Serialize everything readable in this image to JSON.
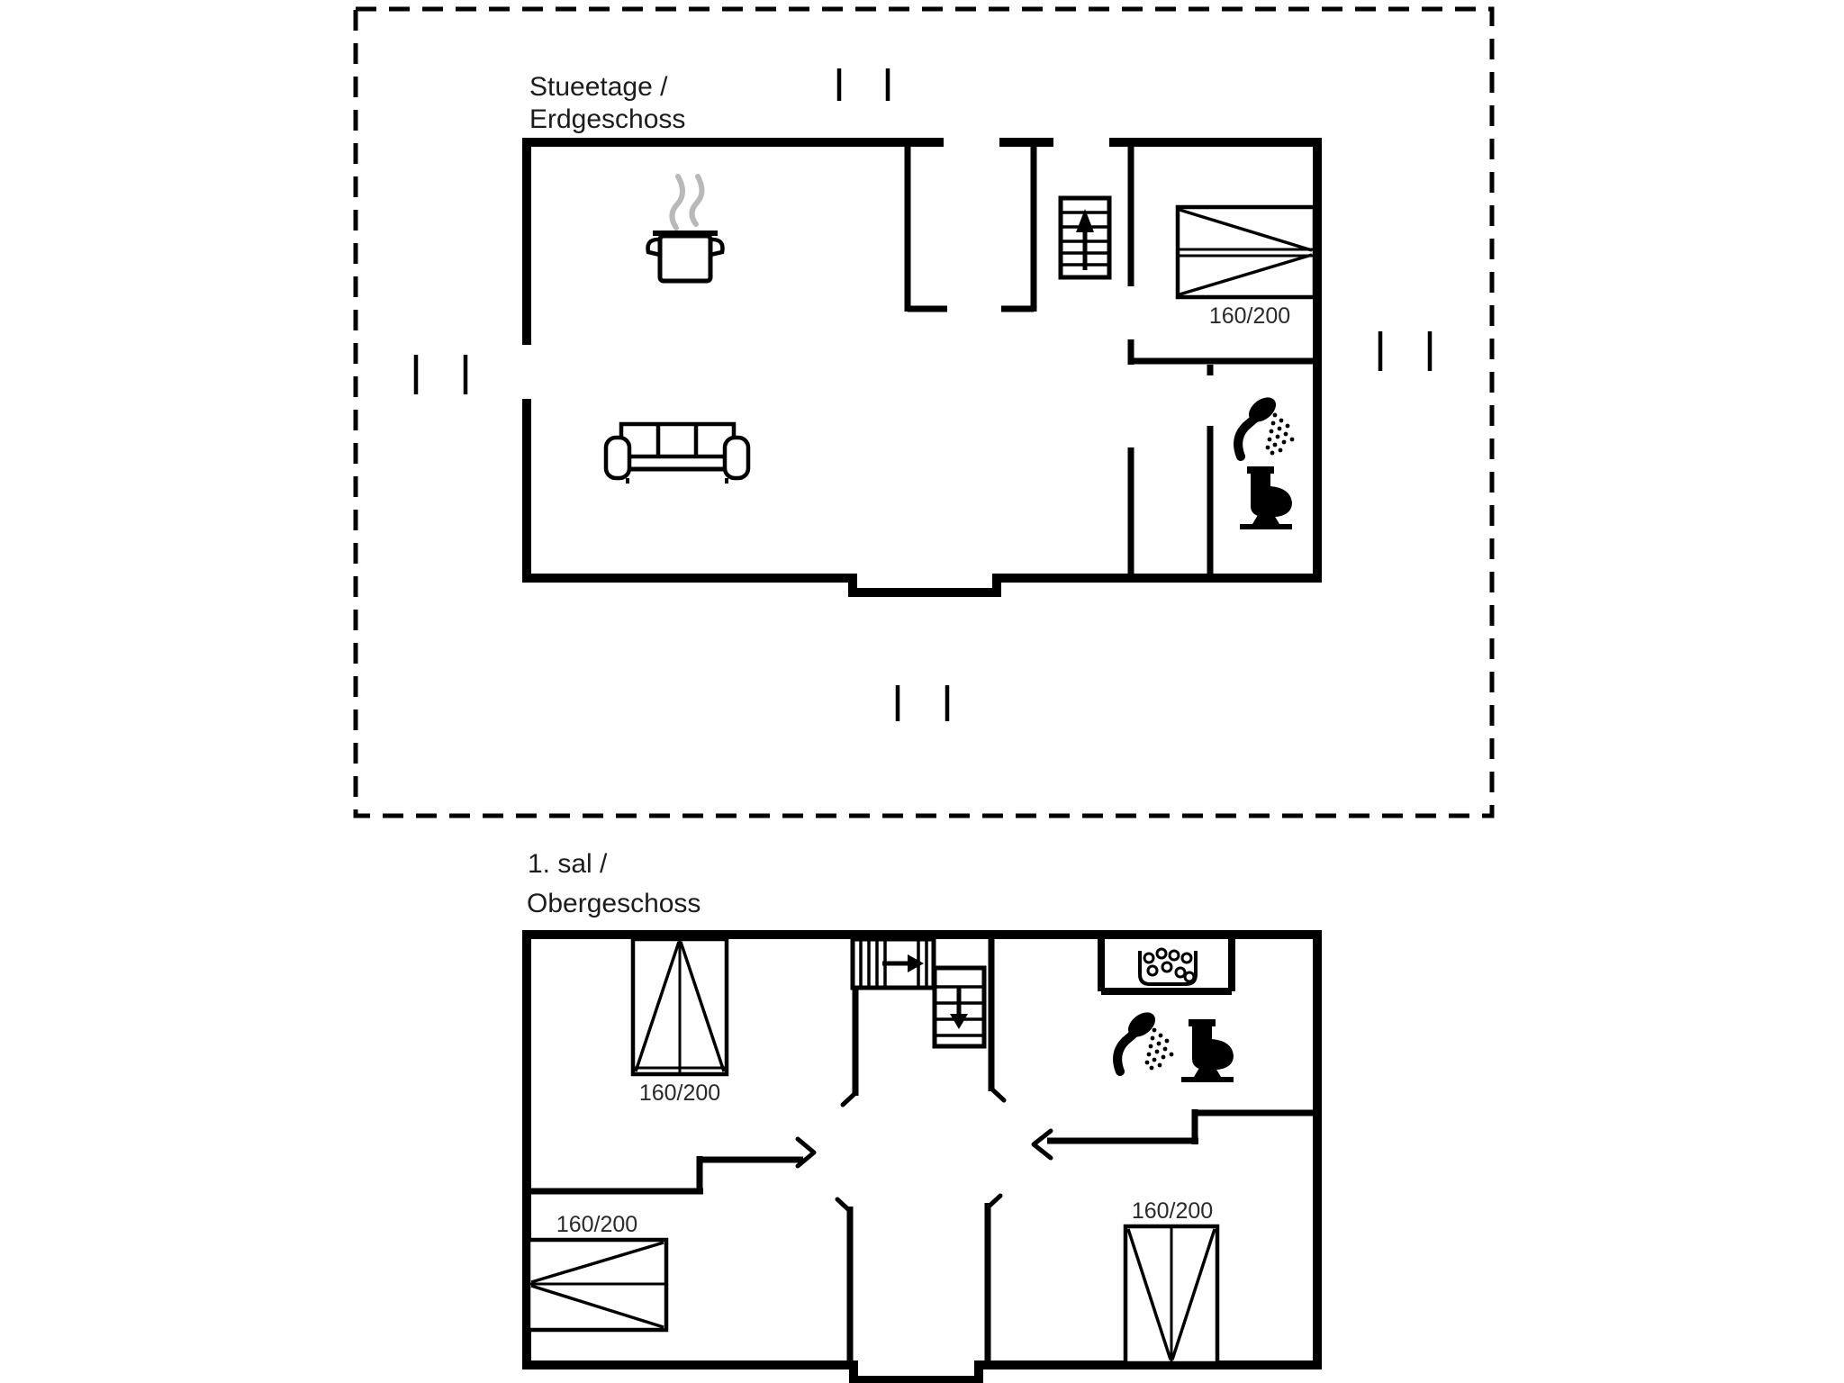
{
  "document": {
    "type": "holiday-house floor plan, two levels",
    "background_color": "#ffffff",
    "ink_color": "#000000",
    "steam_color": "#b9b9b9",
    "label_color": "#2a2a2a"
  },
  "ground_floor": {
    "title_line1": "Stueetage /",
    "title_line2": "Erdgeschoss",
    "bed": {
      "label": "160/200"
    },
    "icons": [
      "cooking-pot-icon",
      "sofa-icon",
      "stairs-up-icon",
      "double-bed-icon",
      "shower-icon",
      "toilet-icon",
      "window-markers"
    ]
  },
  "first_floor": {
    "title_line1": "1. sal /",
    "title_line2": "Obergeschoss",
    "beds": [
      {
        "label": "160/200"
      },
      {
        "label": "160/200"
      },
      {
        "label": "160/200"
      }
    ],
    "icons": [
      "stairs-right-icon",
      "stairs-down-icon",
      "whirlpool-icon",
      "shower-icon",
      "toilet-icon"
    ]
  }
}
